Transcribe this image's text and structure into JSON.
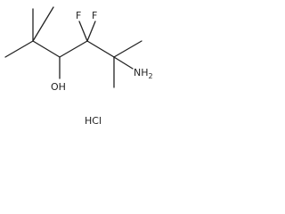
{
  "molecule": {
    "atoms": {
      "fluorine_left": "F",
      "fluorine_right": "F",
      "hydroxyl": "OH",
      "amine_main": "NH",
      "amine_sub": "2"
    },
    "salt": "HCl"
  }
}
